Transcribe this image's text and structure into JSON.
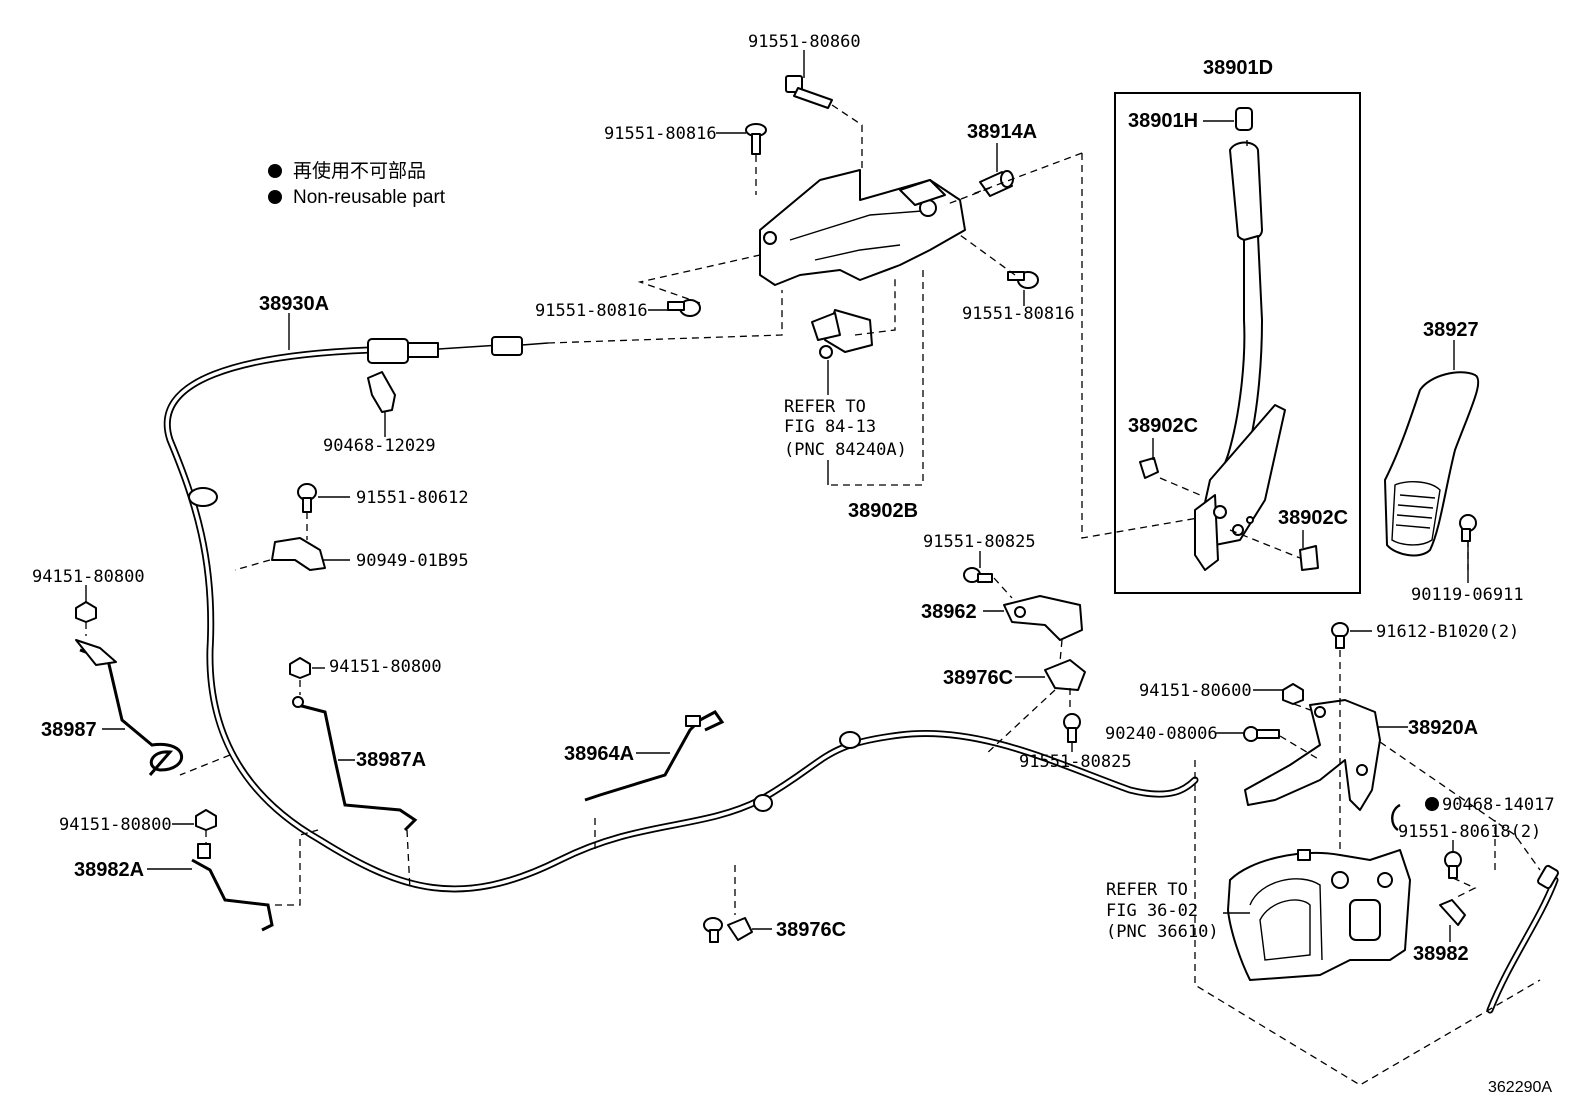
{
  "legend": {
    "jp": "再使用不可部品",
    "en": "Non-reusable part"
  },
  "figure_code": "362290A",
  "labels": {
    "p91551_80860": "91551-80860",
    "p91551_80816_a": "91551-80816",
    "p91551_80816_b": "91551-80816",
    "p91551_80816_c": "91551-80816",
    "p38914A": "38914A",
    "p38901D": "38901D",
    "p38901H": "38901H",
    "p38930A": "38930A",
    "p90468_12029": "90468-12029",
    "p91551_80612": "91551-80612",
    "p90949_01B95": "90949-01B95",
    "p94151_80800_a": "94151-80800",
    "p94151_80800_b": "94151-80800",
    "p94151_80800_c": "94151-80800",
    "p38987": "38987",
    "p38987A": "38987A",
    "p38982A": "38982A",
    "p38964A": "38964A",
    "p38976C_a": "38976C",
    "p38976C_b": "38976C",
    "p38902B": "38902B",
    "p38902C_a": "38902C",
    "p38902C_b": "38902C",
    "p38927": "38927",
    "p90119_06911": "90119-06911",
    "p91551_80825_a": "91551-80825",
    "p91551_80825_b": "91551-80825",
    "p38962": "38962",
    "p91612_B1020": "91612-B1020(2)",
    "p94151_80600": "94151-80600",
    "p90240_08006": "90240-08006",
    "p38920A": "38920A",
    "p90468_14017": "90468-14017",
    "p91551_80618": "91551-80618(2)",
    "p38982": "38982"
  },
  "refer1": {
    "line1": "REFER TO",
    "line2": "FIG 84-13",
    "line3": "(PNC 84240A)"
  },
  "refer2": {
    "line1": "REFER TO",
    "line2": "FIG 36-02",
    "line3": "(PNC 36610)"
  }
}
